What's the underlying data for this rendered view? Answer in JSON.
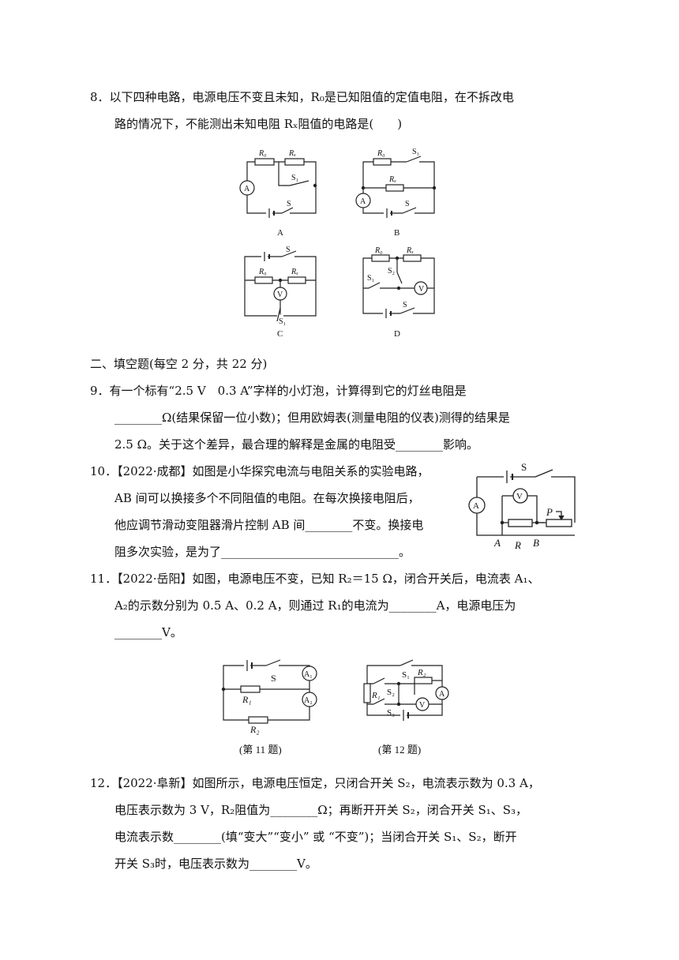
{
  "q8": {
    "line1": "8．以下四种电路，电源电压不变且未知，R₀是已知阻值的定值电阻，在不拆改电",
    "line2": "路的情况下，不能测出未知电阻 Rₓ阻值的电路是(　　)",
    "labels": {
      "A": "A",
      "B": "B",
      "C": "C",
      "D": "D"
    },
    "comp": {
      "R0": "R₀",
      "Rx": "Rₓ",
      "S": "S",
      "S1": "S₁",
      "S2": "S₂",
      "A": "A",
      "V": "V"
    }
  },
  "section2": {
    "title": "二、填空题(每空 2 分，共 22 分)"
  },
  "q9": {
    "line1": "9．有一个标有“2.5 V　0.3 A”字样的小灯泡，计算得到它的灯丝电阻是",
    "line2": "________Ω(结果保留一位小数)；但用欧姆表(测量电阻的仪表)测得的结果是",
    "line3": "2.5 Ω。关于这个差异，最合理的解释是金属的电阻受________影响。"
  },
  "q10": {
    "line1": "10．【2022·成都】如图是小华探究电流与电阻关系的实验电路，",
    "line2": "AB 间可以换接多个不同阻值的电阻。在每次换接电阻后，",
    "line3": "他应调节滑动变阻器滑片控制 AB 间________不变。换接电",
    "line4": "阻多次实验，是为了______________________________。",
    "fig": {
      "S": "S",
      "A": "A",
      "V": "V",
      "P": "P",
      "pA": "A",
      "R": "R",
      "pB": "B"
    }
  },
  "q11": {
    "line1": "11．【2022·岳阳】如图，电源电压不变，已知 R₂＝15 Ω，闭合开关后，电流表 A₁、",
    "line2": "A₂的示数分别为 0.5 A、0.2 A，则通过 R₁的电流为________A，电源电压为",
    "line3": "________V。",
    "fig": {
      "S": "S",
      "A1": "A₁",
      "A2": "A₂",
      "R1": "R₁",
      "R2": "R₂",
      "caption": "(第 11 题)"
    }
  },
  "q12": {
    "line1": "12．【2022·阜新】如图所示，电源电压恒定，只闭合开关 S₂，电流表示数为 0.3 A，",
    "line2": "电压表示数为 3 V，R₂阻值为________Ω；再断开开关 S₂，闭合开关 S₁、S₃，",
    "line3": "电流表示数________(填“变大”“变小” 或 “不变”)；当闭合开关 S₁、S₂，断开",
    "line4": "开关 S₃时，电压表示数为________V。",
    "fig": {
      "S1": "S₁",
      "S2": "S₂",
      "S3": "S₃",
      "R1": "R₁",
      "R2": "R₂",
      "A": "A",
      "V": "V",
      "caption": "(第 12 题)"
    }
  }
}
